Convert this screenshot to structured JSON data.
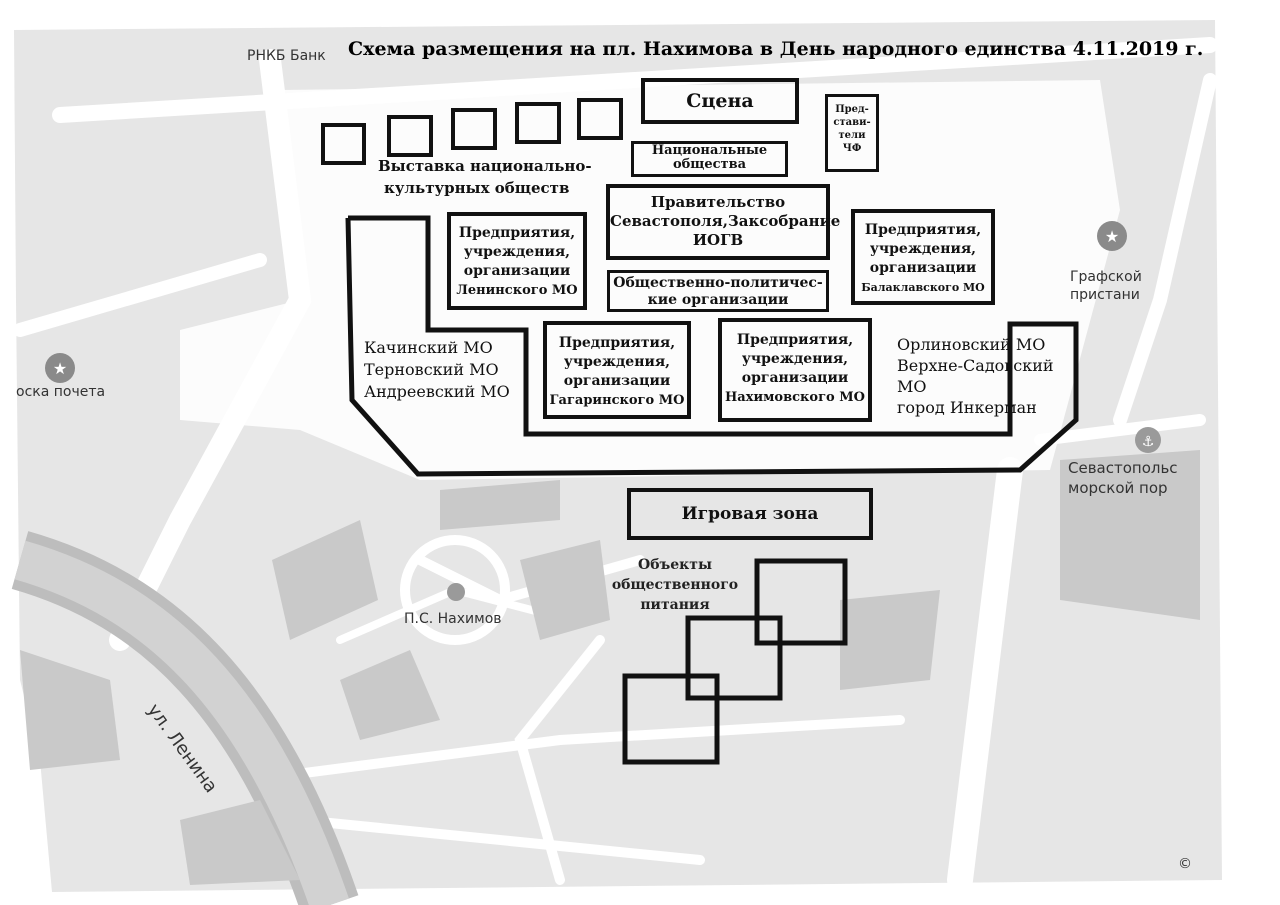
{
  "title": "Схема размещения на пл. Нахимова в День народного единства 4.11.2019 г.",
  "map_labels": {
    "bank": "РНКБ Банк",
    "honor_board": "оска почета",
    "grafskaya_line1": "Графской",
    "grafskaya_line2": "пристани",
    "port_line1": "Севастопольс",
    "port_line2": "морской пор",
    "monument": "П.С. Нахимов",
    "street": "ул. Ленина",
    "copyright": "©"
  },
  "zones": {
    "stage": "Сцена",
    "representatives": [
      "Пред-",
      "стави-",
      "тели",
      "ЧФ"
    ],
    "exhibition": [
      "Выставка национально-",
      "культурных обществ"
    ],
    "national_societies": [
      "Национальные",
      "общества"
    ],
    "government": [
      "Правительство",
      "Севастополя,Заксобрание",
      "ИОГВ"
    ],
    "lenin_mo": [
      "Предприятия,",
      "учреждения,",
      "организации",
      "Ленинского МО"
    ],
    "balaklava_mo": [
      "Предприятия,",
      "учреждения,",
      "организации",
      "Балаклавского МО"
    ],
    "public_political": [
      "Общественно-политичес-",
      "кие организации"
    ],
    "kachinsky": [
      "Качинский МО",
      "Терновский МО",
      "Андреевский МО"
    ],
    "gagarin_mo": [
      "Предприятия,",
      "учреждения,",
      "организации",
      "Гагаринского МО"
    ],
    "nakhimov_mo": [
      "Предприятия,",
      "учреждения,",
      "организации",
      "Нахимовского МО"
    ],
    "orlinovsky": [
      "Орлиновский МО",
      "Верхне-Садовский",
      "МО",
      "город Инкерман"
    ],
    "game_zone": "Игровая зона",
    "catering": [
      "Объекты",
      "общественного",
      "питания"
    ]
  },
  "colors": {
    "map_bg": "#e6e6e6",
    "road": "#ffffff",
    "block": "#c9c9c9",
    "outline": "#111111",
    "text": "#111111"
  }
}
